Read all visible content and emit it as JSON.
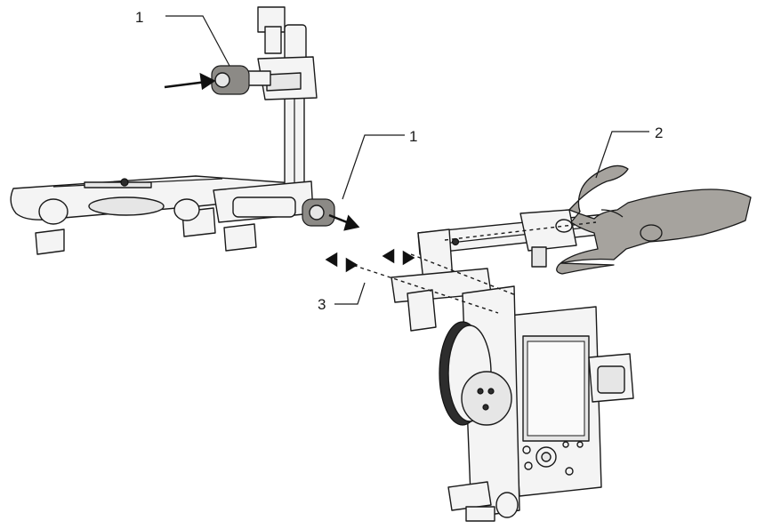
{
  "callouts": {
    "c1_top": "1",
    "c1_mid": "1",
    "c2": "2",
    "c3": "3"
  },
  "colors": {
    "line": "#1a1a1a",
    "knob": "#8c8a86",
    "hand": "#a6a39e"
  }
}
